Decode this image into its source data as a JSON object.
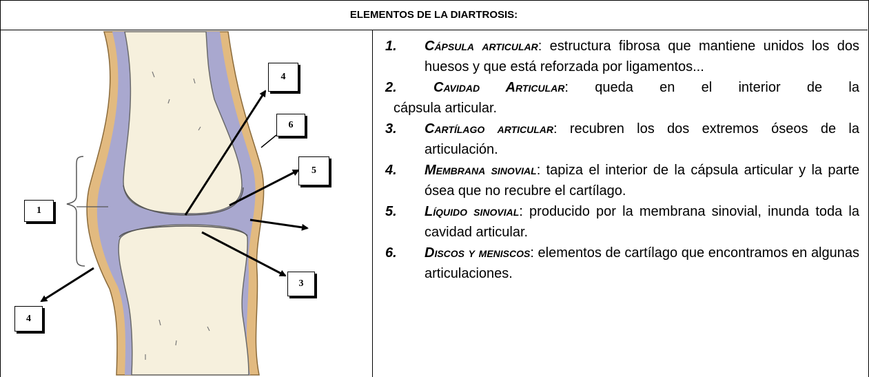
{
  "header": {
    "title": "ELEMENTOS DE LA DIARTROSIS:"
  },
  "diagram": {
    "labels": [
      "4",
      "6",
      "5",
      "1",
      "3",
      "4"
    ],
    "colors": {
      "bone": "#f6f0dd",
      "capsule": "#e2ba80",
      "cavity": "#a9a8cf",
      "line": "#000000"
    }
  },
  "items": [
    {
      "number": "1.",
      "term": "Cápsula articular",
      "text": ": estructura fibrosa que mantiene unidos los dos huesos y que está reforzada por ligamentos..."
    },
    {
      "number": "2.",
      "term": "Cavidad Articular",
      "text_line1": ": queda en el interior de la",
      "text_line2": "cápsula articular."
    },
    {
      "number": "3.",
      "term": "Cartílago articular",
      "text": ": recubren los dos extremos óseos de la articulación."
    },
    {
      "number": "4.",
      "term": "Membrana sinovial",
      "text": ": tapiza el interior de la cápsula articular y la parte ósea que no recubre el cartílago."
    },
    {
      "number": "5.",
      "term": "Líquido sinovial",
      "text": ": producido por la membrana sinovial, inunda toda la cavidad articular."
    },
    {
      "number": "6.",
      "term": "Discos y meniscos",
      "text": ": elementos de cartílago que encontramos en algunas articulaciones."
    }
  ]
}
